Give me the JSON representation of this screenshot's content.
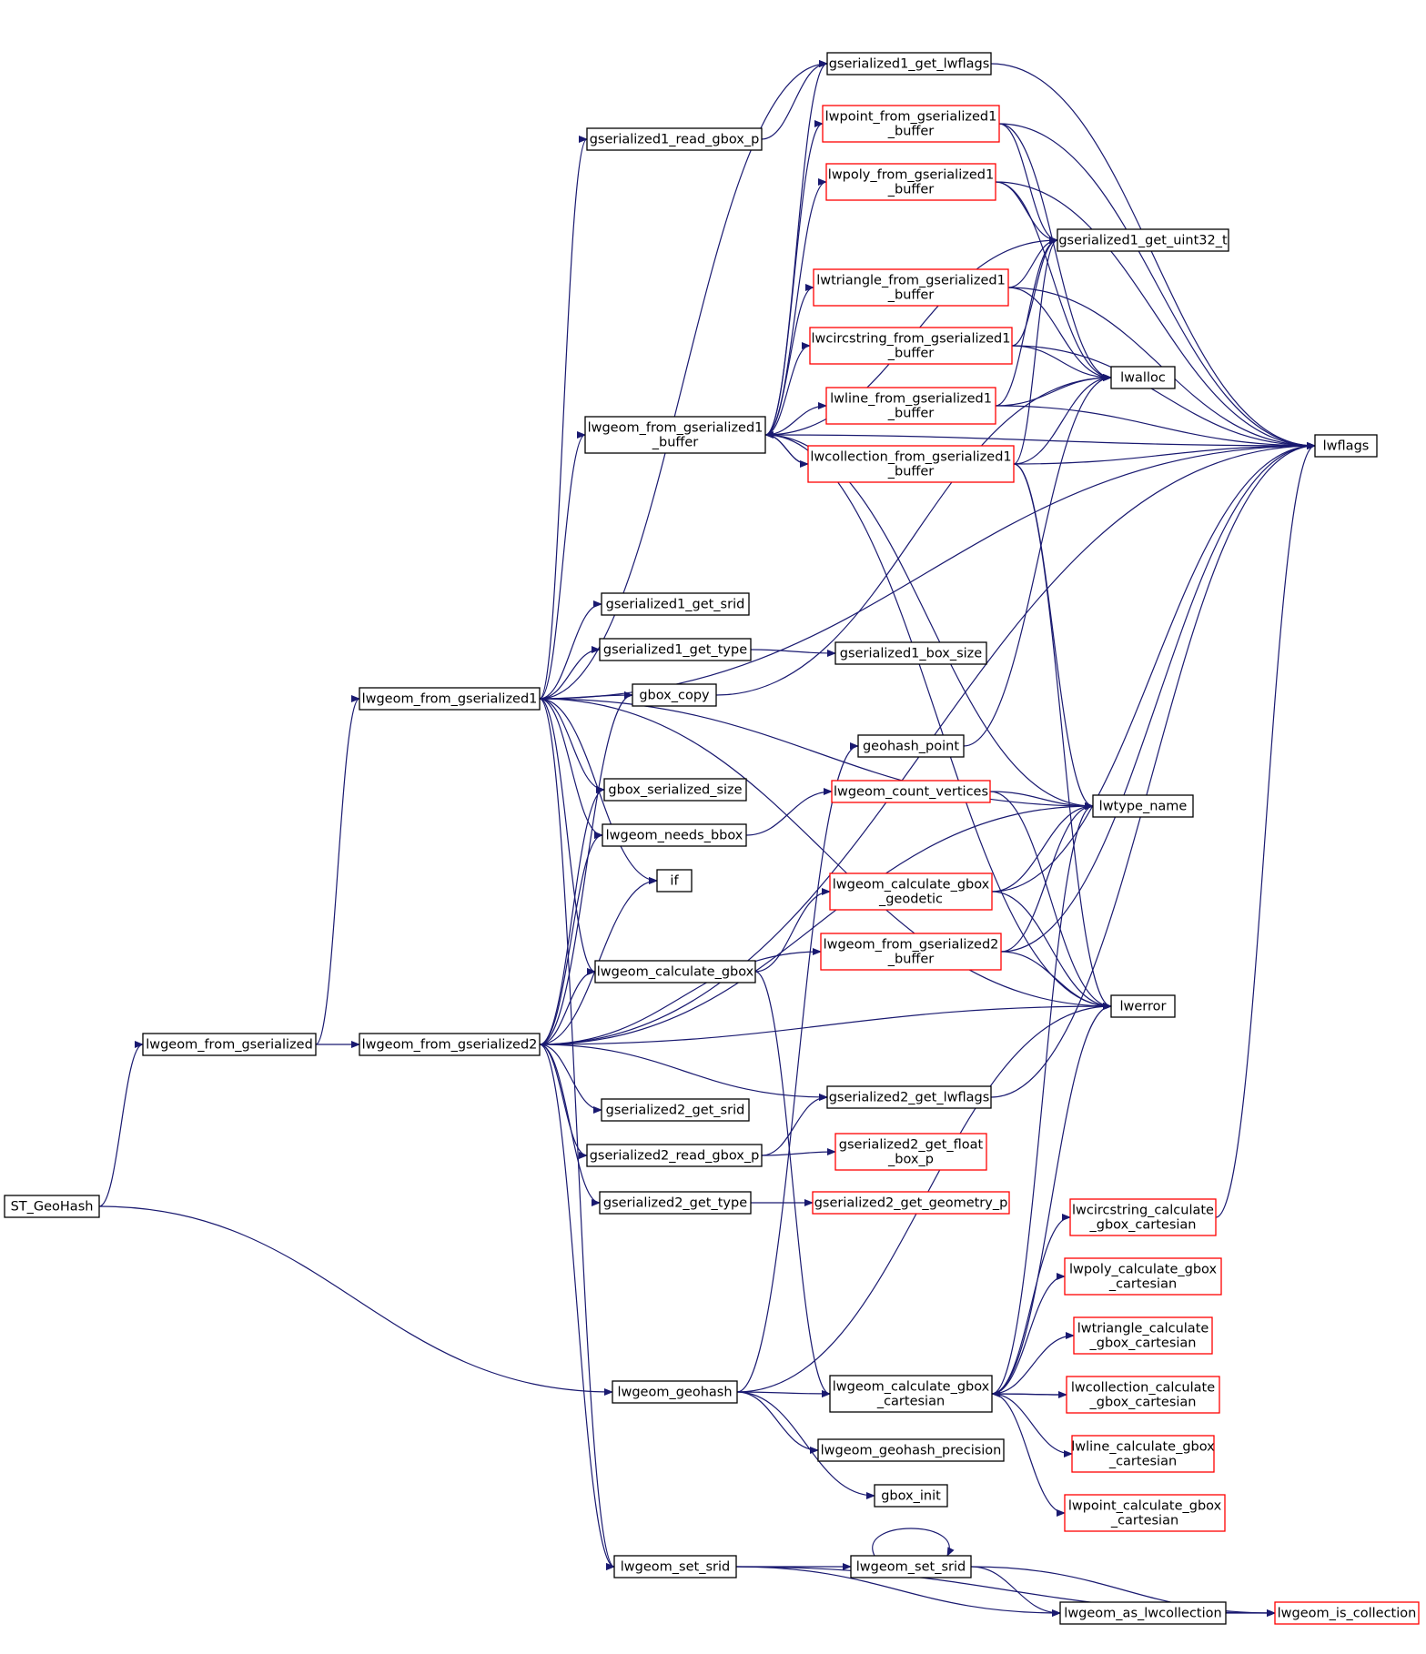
{
  "colors": {
    "edge": "#191970",
    "node_border_normal": "#000000",
    "node_border_truncated": "#ff0000",
    "root_fill": "#bfbfbf",
    "node_fill": "#ffffff"
  },
  "nodes": [
    {
      "id": "st_geohash",
      "lines": [
        "ST_GeoHash"
      ],
      "style": "root"
    },
    {
      "id": "lwgeom_from_gserialized",
      "lines": [
        "lwgeom_from_gserialized"
      ],
      "style": "normal"
    },
    {
      "id": "lwgeom_from_gserialized1",
      "lines": [
        "lwgeom_from_gserialized1"
      ],
      "style": "normal"
    },
    {
      "id": "lwgeom_from_gserialized2",
      "lines": [
        "lwgeom_from_gserialized2"
      ],
      "style": "normal"
    },
    {
      "id": "lwgeom_geohash",
      "lines": [
        "lwgeom_geohash"
      ],
      "style": "normal"
    },
    {
      "id": "lwgeom_set_srid_a",
      "lines": [
        "lwgeom_set_srid"
      ],
      "style": "normal"
    },
    {
      "id": "gserialized1_read_gbox_p",
      "lines": [
        "gserialized1_read_gbox_p"
      ],
      "style": "normal"
    },
    {
      "id": "lwgeom_from_gserialized1_buffer",
      "lines": [
        "lwgeom_from_gserialized1",
        "_buffer"
      ],
      "style": "normal"
    },
    {
      "id": "gserialized1_get_srid",
      "lines": [
        "gserialized1_get_srid"
      ],
      "style": "normal"
    },
    {
      "id": "gserialized1_get_type",
      "lines": [
        "gserialized1_get_type"
      ],
      "style": "normal"
    },
    {
      "id": "gbox_copy",
      "lines": [
        "gbox_copy"
      ],
      "style": "normal"
    },
    {
      "id": "gbox_serialized_size",
      "lines": [
        "gbox_serialized_size"
      ],
      "style": "normal"
    },
    {
      "id": "lwgeom_needs_bbox",
      "lines": [
        "lwgeom_needs_bbox"
      ],
      "style": "normal"
    },
    {
      "id": "if",
      "lines": [
        "if"
      ],
      "style": "normal"
    },
    {
      "id": "lwgeom_calculate_gbox",
      "lines": [
        "lwgeom_calculate_gbox"
      ],
      "style": "normal"
    },
    {
      "id": "gserialized2_get_srid",
      "lines": [
        "gserialized2_get_srid"
      ],
      "style": "normal"
    },
    {
      "id": "gserialized2_read_gbox_p",
      "lines": [
        "gserialized2_read_gbox_p"
      ],
      "style": "normal"
    },
    {
      "id": "gserialized2_get_type",
      "lines": [
        "gserialized2_get_type"
      ],
      "style": "normal"
    },
    {
      "id": "gserialized1_get_lwflags",
      "lines": [
        "gserialized1_get_lwflags"
      ],
      "style": "normal"
    },
    {
      "id": "lwpoint_from_gserialized1_buffer",
      "lines": [
        "lwpoint_from_gserialized1",
        "_buffer"
      ],
      "style": "truncated"
    },
    {
      "id": "lwpoly_from_gserialized1_buffer",
      "lines": [
        "lwpoly_from_gserialized1",
        "_buffer"
      ],
      "style": "truncated"
    },
    {
      "id": "lwtriangle_from_gserialized1_buffer",
      "lines": [
        "lwtriangle_from_gserialized1",
        "_buffer"
      ],
      "style": "truncated"
    },
    {
      "id": "lwcircstring_from_gserialized1_buffer",
      "lines": [
        "lwcircstring_from_gserialized1",
        "_buffer"
      ],
      "style": "truncated"
    },
    {
      "id": "lwline_from_gserialized1_buffer",
      "lines": [
        "lwline_from_gserialized1",
        "_buffer"
      ],
      "style": "truncated"
    },
    {
      "id": "lwcollection_from_gserialized1_buffer",
      "lines": [
        "lwcollection_from_gserialized1",
        "_buffer"
      ],
      "style": "truncated"
    },
    {
      "id": "gserialized1_box_size",
      "lines": [
        "gserialized1_box_size"
      ],
      "style": "normal"
    },
    {
      "id": "geohash_point",
      "lines": [
        "geohash_point"
      ],
      "style": "normal"
    },
    {
      "id": "lwgeom_count_vertices",
      "lines": [
        "lwgeom_count_vertices"
      ],
      "style": "truncated"
    },
    {
      "id": "lwgeom_calculate_gbox_geodetic",
      "lines": [
        "lwgeom_calculate_gbox",
        "_geodetic"
      ],
      "style": "truncated"
    },
    {
      "id": "lwgeom_from_gserialized2_buffer",
      "lines": [
        "lwgeom_from_gserialized2",
        "_buffer"
      ],
      "style": "truncated"
    },
    {
      "id": "gserialized2_get_lwflags",
      "lines": [
        "gserialized2_get_lwflags"
      ],
      "style": "normal"
    },
    {
      "id": "gserialized2_get_float_box_p",
      "lines": [
        "gserialized2_get_float",
        "_box_p"
      ],
      "style": "truncated"
    },
    {
      "id": "gserialized2_get_geometry_p",
      "lines": [
        "gserialized2_get_geometry_p"
      ],
      "style": "truncated"
    },
    {
      "id": "lwgeom_calculate_gbox_cartesian",
      "lines": [
        "lwgeom_calculate_gbox",
        "_cartesian"
      ],
      "style": "normal"
    },
    {
      "id": "lwgeom_geohash_precision",
      "lines": [
        "lwgeom_geohash_precision"
      ],
      "style": "normal"
    },
    {
      "id": "gbox_init",
      "lines": [
        "gbox_init"
      ],
      "style": "normal"
    },
    {
      "id": "lwgeom_set_srid_b",
      "lines": [
        "lwgeom_set_srid"
      ],
      "style": "normal"
    },
    {
      "id": "gserialized1_get_uint32_t",
      "lines": [
        "gserialized1_get_uint32_t"
      ],
      "style": "normal"
    },
    {
      "id": "lwalloc",
      "lines": [
        "lwalloc"
      ],
      "style": "normal"
    },
    {
      "id": "lwtype_name",
      "lines": [
        "lwtype_name"
      ],
      "style": "normal"
    },
    {
      "id": "lwerror",
      "lines": [
        "lwerror"
      ],
      "style": "normal"
    },
    {
      "id": "lwcircstring_calculate_gbox_cartesian",
      "lines": [
        "lwcircstring_calculate",
        "_gbox_cartesian"
      ],
      "style": "truncated"
    },
    {
      "id": "lwpoly_calculate_gbox_cartesian",
      "lines": [
        "lwpoly_calculate_gbox",
        "_cartesian"
      ],
      "style": "truncated"
    },
    {
      "id": "lwtriangle_calculate_gbox_cartesian",
      "lines": [
        "lwtriangle_calculate",
        "_gbox_cartesian"
      ],
      "style": "truncated"
    },
    {
      "id": "lwcollection_calculate_gbox_cartesian",
      "lines": [
        "lwcollection_calculate",
        "_gbox_cartesian"
      ],
      "style": "truncated"
    },
    {
      "id": "lwline_calculate_gbox_cartesian",
      "lines": [
        "lwline_calculate_gbox",
        "_cartesian"
      ],
      "style": "truncated"
    },
    {
      "id": "lwpoint_calculate_gbox_cartesian",
      "lines": [
        "lwpoint_calculate_gbox",
        "_cartesian"
      ],
      "style": "truncated"
    },
    {
      "id": "lwgeom_as_lwcollection",
      "lines": [
        "lwgeom_as_lwcollection"
      ],
      "style": "normal"
    },
    {
      "id": "lwgeom_is_collection",
      "lines": [
        "lwgeom_is_collection"
      ],
      "style": "truncated"
    },
    {
      "id": "lwflags",
      "lines": [
        "lwflags"
      ],
      "style": "normal"
    }
  ],
  "edges": [
    [
      "st_geohash",
      "lwgeom_from_gserialized"
    ],
    [
      "st_geohash",
      "lwgeom_geohash"
    ],
    [
      "lwgeom_from_gserialized",
      "lwgeom_from_gserialized1"
    ],
    [
      "lwgeom_from_gserialized",
      "lwgeom_from_gserialized2"
    ],
    [
      "lwgeom_from_gserialized1",
      "gserialized1_get_lwflags"
    ],
    [
      "lwgeom_from_gserialized1",
      "gserialized1_read_gbox_p"
    ],
    [
      "lwgeom_from_gserialized1",
      "lwflags"
    ],
    [
      "lwgeom_from_gserialized1",
      "lwgeom_from_gserialized1_buffer"
    ],
    [
      "lwgeom_from_gserialized1",
      "gserialized1_get_srid"
    ],
    [
      "lwgeom_from_gserialized1",
      "gserialized1_get_type"
    ],
    [
      "lwgeom_from_gserialized1",
      "gbox_copy"
    ],
    [
      "lwgeom_from_gserialized1",
      "gbox_serialized_size"
    ],
    [
      "lwgeom_from_gserialized1",
      "lwgeom_needs_bbox"
    ],
    [
      "lwgeom_from_gserialized1",
      "if"
    ],
    [
      "lwgeom_from_gserialized1",
      "lwgeom_calculate_gbox"
    ],
    [
      "lwgeom_from_gserialized1",
      "lwtype_name"
    ],
    [
      "lwgeom_from_gserialized1",
      "lwerror"
    ],
    [
      "lwgeom_from_gserialized1",
      "lwgeom_set_srid_a"
    ],
    [
      "lwgeom_from_gserialized2",
      "gbox_copy"
    ],
    [
      "lwgeom_from_gserialized2",
      "gbox_serialized_size"
    ],
    [
      "lwgeom_from_gserialized2",
      "lwgeom_needs_bbox"
    ],
    [
      "lwgeom_from_gserialized2",
      "if"
    ],
    [
      "lwgeom_from_gserialized2",
      "lwgeom_calculate_gbox"
    ],
    [
      "lwgeom_from_gserialized2",
      "lwgeom_from_gserialized2_buffer"
    ],
    [
      "lwgeom_from_gserialized2",
      "gserialized2_get_lwflags"
    ],
    [
      "lwgeom_from_gserialized2",
      "gserialized2_get_srid"
    ],
    [
      "lwgeom_from_gserialized2",
      "gserialized2_read_gbox_p"
    ],
    [
      "lwgeom_from_gserialized2",
      "gserialized2_get_type"
    ],
    [
      "lwgeom_from_gserialized2",
      "lwtype_name"
    ],
    [
      "lwgeom_from_gserialized2",
      "lwerror"
    ],
    [
      "lwgeom_from_gserialized2",
      "lwflags"
    ],
    [
      "lwgeom_from_gserialized2",
      "lwgeom_set_srid_a"
    ],
    [
      "gserialized1_read_gbox_p",
      "gserialized1_get_lwflags"
    ],
    [
      "gserialized1_get_lwflags",
      "lwflags"
    ],
    [
      "lwgeom_from_gserialized1_buffer",
      "lwpoint_from_gserialized1_buffer"
    ],
    [
      "lwgeom_from_gserialized1_buffer",
      "lwpoly_from_gserialized1_buffer"
    ],
    [
      "lwgeom_from_gserialized1_buffer",
      "lwtriangle_from_gserialized1_buffer"
    ],
    [
      "lwgeom_from_gserialized1_buffer",
      "lwcircstring_from_gserialized1_buffer"
    ],
    [
      "lwgeom_from_gserialized1_buffer",
      "lwline_from_gserialized1_buffer"
    ],
    [
      "lwgeom_from_gserialized1_buffer",
      "lwcollection_from_gserialized1_buffer"
    ],
    [
      "lwgeom_from_gserialized1_buffer",
      "gserialized1_get_uint32_t"
    ],
    [
      "lwgeom_from_gserialized1_buffer",
      "gserialized1_get_lwflags"
    ],
    [
      "lwgeom_from_gserialized1_buffer",
      "lwflags"
    ],
    [
      "lwgeom_from_gserialized1_buffer",
      "lwtype_name"
    ],
    [
      "lwgeom_from_gserialized1_buffer",
      "lwerror"
    ],
    [
      "lwpoint_from_gserialized1_buffer",
      "gserialized1_get_uint32_t"
    ],
    [
      "lwpoint_from_gserialized1_buffer",
      "lwalloc"
    ],
    [
      "lwpoint_from_gserialized1_buffer",
      "lwflags"
    ],
    [
      "lwpoly_from_gserialized1_buffer",
      "gserialized1_get_uint32_t"
    ],
    [
      "lwpoly_from_gserialized1_buffer",
      "lwalloc"
    ],
    [
      "lwpoly_from_gserialized1_buffer",
      "lwflags"
    ],
    [
      "lwtriangle_from_gserialized1_buffer",
      "gserialized1_get_uint32_t"
    ],
    [
      "lwtriangle_from_gserialized1_buffer",
      "lwalloc"
    ],
    [
      "lwtriangle_from_gserialized1_buffer",
      "lwflags"
    ],
    [
      "lwcircstring_from_gserialized1_buffer",
      "gserialized1_get_uint32_t"
    ],
    [
      "lwcircstring_from_gserialized1_buffer",
      "lwalloc"
    ],
    [
      "lwcircstring_from_gserialized1_buffer",
      "lwflags"
    ],
    [
      "lwline_from_gserialized1_buffer",
      "gserialized1_get_uint32_t"
    ],
    [
      "lwline_from_gserialized1_buffer",
      "lwalloc"
    ],
    [
      "lwline_from_gserialized1_buffer",
      "lwflags"
    ],
    [
      "lwcollection_from_gserialized1_buffer",
      "lwgeom_from_gserialized1_buffer"
    ],
    [
      "lwcollection_from_gserialized1_buffer",
      "gserialized1_get_uint32_t"
    ],
    [
      "lwcollection_from_gserialized1_buffer",
      "lwalloc"
    ],
    [
      "lwcollection_from_gserialized1_buffer",
      "lwflags"
    ],
    [
      "lwcollection_from_gserialized1_buffer",
      "lwtype_name"
    ],
    [
      "lwcollection_from_gserialized1_buffer",
      "lwerror"
    ],
    [
      "gserialized1_get_type",
      "gserialized1_box_size"
    ],
    [
      "gbox_copy",
      "lwalloc"
    ],
    [
      "lwgeom_needs_bbox",
      "lwgeom_count_vertices"
    ],
    [
      "lwgeom_count_vertices",
      "lwtype_name"
    ],
    [
      "lwgeom_count_vertices",
      "lwerror"
    ],
    [
      "lwgeom_calculate_gbox",
      "lwgeom_calculate_gbox_geodetic"
    ],
    [
      "lwgeom_calculate_gbox",
      "lwgeom_calculate_gbox_cartesian"
    ],
    [
      "lwgeom_calculate_gbox_geodetic",
      "lwtype_name"
    ],
    [
      "lwgeom_calculate_gbox_geodetic",
      "lwerror"
    ],
    [
      "lwgeom_calculate_gbox_geodetic",
      "lwflags"
    ],
    [
      "lwgeom_from_gserialized2_buffer",
      "lwtype_name"
    ],
    [
      "lwgeom_from_gserialized2_buffer",
      "lwerror"
    ],
    [
      "lwgeom_from_gserialized2_buffer",
      "lwflags"
    ],
    [
      "gserialized2_read_gbox_p",
      "gserialized2_get_lwflags"
    ],
    [
      "gserialized2_read_gbox_p",
      "gserialized2_get_float_box_p"
    ],
    [
      "gserialized2_get_type",
      "gserialized2_get_geometry_p"
    ],
    [
      "gserialized2_get_lwflags",
      "lwflags"
    ],
    [
      "lwgeom_geohash",
      "geohash_point"
    ],
    [
      "lwgeom_geohash",
      "lwgeom_calculate_gbox_cartesian"
    ],
    [
      "lwgeom_geohash",
      "lwgeom_geohash_precision"
    ],
    [
      "lwgeom_geohash",
      "gbox_init"
    ],
    [
      "lwgeom_geohash",
      "lwerror"
    ],
    [
      "geohash_point",
      "lwalloc"
    ],
    [
      "lwgeom_calculate_gbox_cartesian",
      "lwcircstring_calculate_gbox_cartesian"
    ],
    [
      "lwgeom_calculate_gbox_cartesian",
      "lwpoly_calculate_gbox_cartesian"
    ],
    [
      "lwgeom_calculate_gbox_cartesian",
      "lwtriangle_calculate_gbox_cartesian"
    ],
    [
      "lwgeom_calculate_gbox_cartesian",
      "lwcollection_calculate_gbox_cartesian"
    ],
    [
      "lwgeom_calculate_gbox_cartesian",
      "lwline_calculate_gbox_cartesian"
    ],
    [
      "lwgeom_calculate_gbox_cartesian",
      "lwpoint_calculate_gbox_cartesian"
    ],
    [
      "lwgeom_calculate_gbox_cartesian",
      "lwtype_name"
    ],
    [
      "lwgeom_calculate_gbox_cartesian",
      "lwerror"
    ],
    [
      "lwcollection_calculate_gbox_cartesian",
      "lwgeom_calculate_gbox_cartesian"
    ],
    [
      "lwcircstring_calculate_gbox_cartesian",
      "lwflags"
    ],
    [
      "lwgeom_set_srid_a",
      "lwgeom_set_srid_b"
    ],
    [
      "lwgeom_set_srid_a",
      "lwgeom_as_lwcollection"
    ],
    [
      "lwgeom_set_srid_a",
      "lwgeom_is_collection"
    ],
    [
      "lwgeom_set_srid_b",
      "lwgeom_set_srid_b"
    ],
    [
      "lwgeom_set_srid_b",
      "lwgeom_as_lwcollection"
    ],
    [
      "lwgeom_set_srid_b",
      "lwgeom_is_collection"
    ],
    [
      "lwgeom_as_lwcollection",
      "lwgeom_is_collection"
    ]
  ]
}
